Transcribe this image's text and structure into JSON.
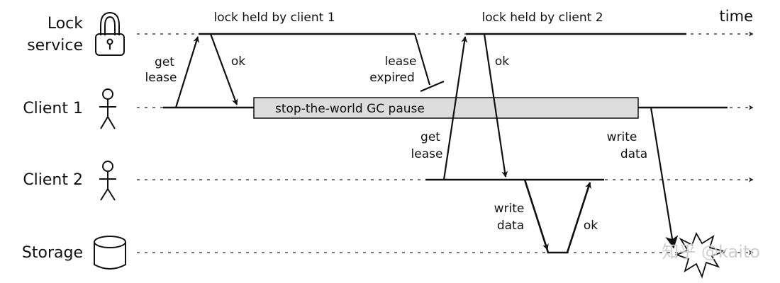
{
  "lanes": {
    "lock_service_line1": "Lock",
    "lock_service_line2": "service",
    "client1": "Client 1",
    "client2": "Client 2",
    "storage": "Storage"
  },
  "time_label": "time",
  "lock_held_client1": "lock held by client 1",
  "lock_held_client2": "lock held by client 2",
  "gc_pause": "stop-the-world GC pause",
  "messages": {
    "get_lease": [
      "get",
      "lease"
    ],
    "ok": "ok",
    "lease_expired": [
      "lease",
      "expired"
    ],
    "write_data": [
      "write",
      "data"
    ]
  },
  "icons": [
    "padlock-icon",
    "person-icon",
    "cylinder-icon",
    "explosion-icon"
  ],
  "watermark": "知乎 @kaito"
}
